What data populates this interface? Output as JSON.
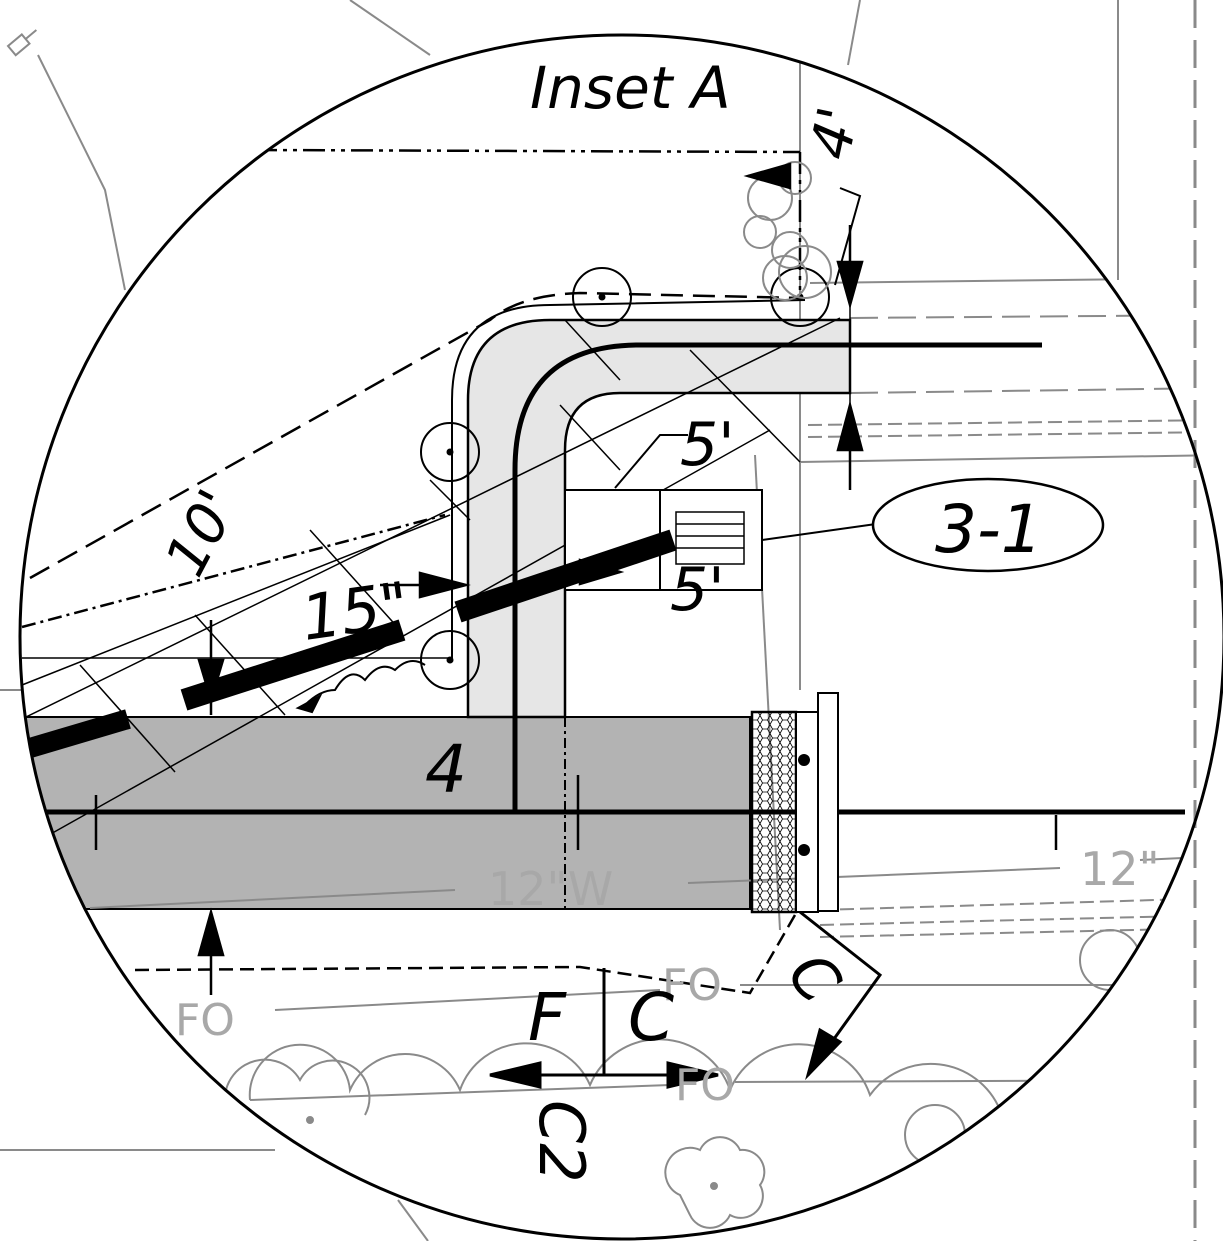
{
  "title": "Inset A",
  "dimensions": {
    "top_right": "4'",
    "slope": "10'",
    "offset": "15\"",
    "curb_upper": "5'",
    "curb_lower": "5'"
  },
  "callout": "3-1",
  "lane_number": "4",
  "utility_labels": {
    "water_left": "12\"W",
    "water_right": "12\"",
    "fiber_left": "FO",
    "fiber_center": "FO",
    "fiber_bottom": "FO"
  },
  "section_markers": {
    "left_letter": "F",
    "right_letter": "C",
    "bottom_label": "C2",
    "diagonal_label": "C"
  },
  "colors": {
    "road_fill": "#b3b3b3",
    "island_fill": "#e6e6e6",
    "line": "#000000",
    "light_line": "#8a8a8a"
  }
}
